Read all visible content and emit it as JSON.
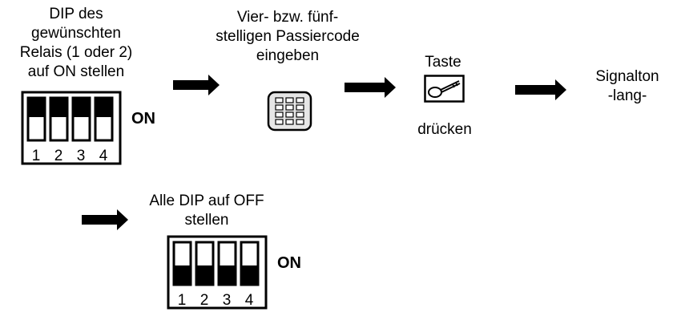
{
  "step1": {
    "lines": [
      "DIP des",
      "gewünschten",
      "Relais (1 oder 2)",
      "auf ON stellen"
    ],
    "dip_on_label": "ON",
    "dip_numbers": [
      "1",
      "2",
      "3",
      "4"
    ]
  },
  "step2": {
    "lines": [
      "Vier- bzw. fünf-",
      "stelligen Passiercode",
      "eingeben"
    ],
    "icon": "keypad-icon"
  },
  "step3": {
    "title": "Taste",
    "sub": "drücken",
    "icon": "key-icon"
  },
  "step4": {
    "lines": [
      "Signalton",
      "-lang-"
    ]
  },
  "step5": {
    "lines": [
      "Alle DIP auf OFF",
      "stellen"
    ],
    "dip_on_label": "ON",
    "dip_numbers": [
      "1",
      "2",
      "3",
      "4"
    ]
  },
  "colors": {
    "ink": "#000000",
    "keypad_fill": "#e6e6e6"
  }
}
